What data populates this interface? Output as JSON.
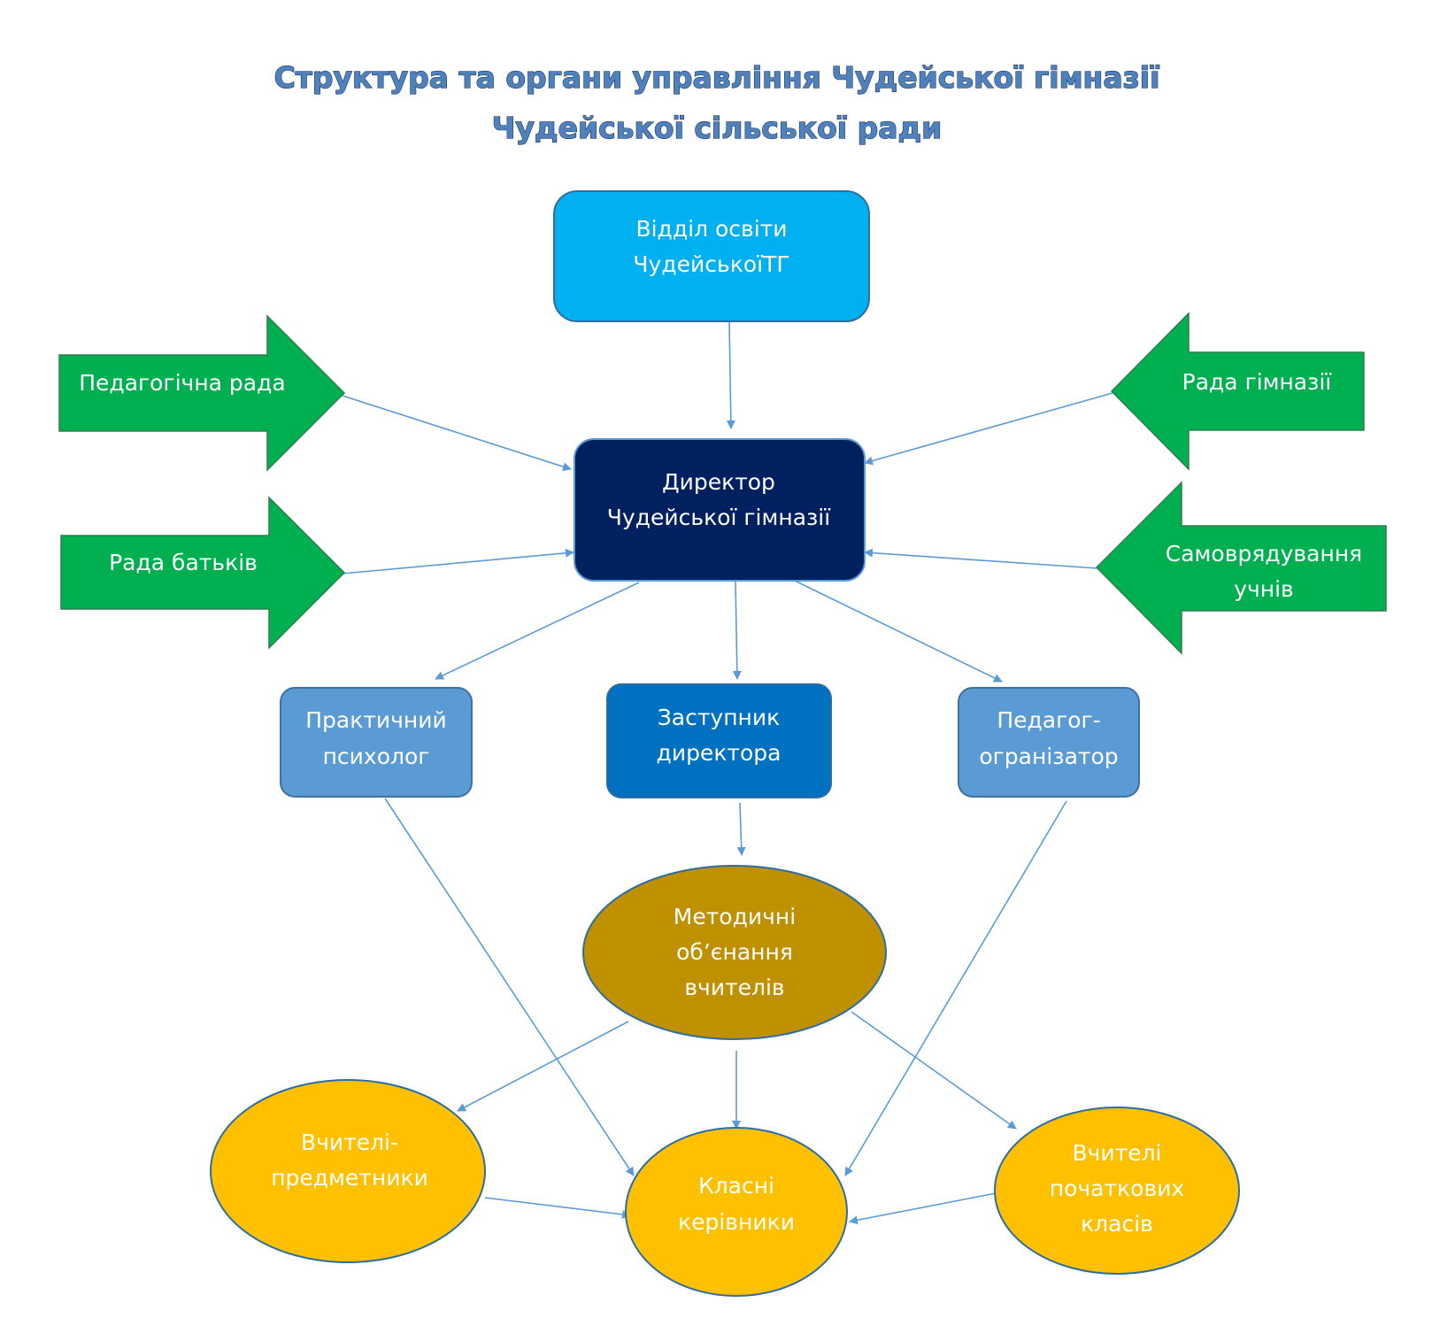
{
  "title": {
    "line1": "Структура та органи управління Чудейської гімназії",
    "line2": "Чудейської сільської ради",
    "fill_color": "#4f81bd",
    "shadow_color": "#1f3864"
  },
  "nodes": {
    "education_dept": {
      "line1": "Відділ освіти",
      "line2": "ЧудейськоїТГ",
      "color": "#00b0f0"
    },
    "director": {
      "line1": "Директор",
      "line2": "Чудейської гімназії",
      "color": "#002060"
    },
    "psychologist": {
      "line1": "Практичний",
      "line2": "психолог",
      "color": "#5b9bd5"
    },
    "deputy": {
      "line1": "Заступник",
      "line2": "директора",
      "color": "#0070c0"
    },
    "organizer": {
      "line1": "Педагог-",
      "line2": "огранізатор",
      "color": "#5b9bd5"
    },
    "methodical": {
      "line1": "Методичні",
      "line2": "об’єнання",
      "line3": "вчителів",
      "color": "#bf9000"
    },
    "subject_teachers": {
      "line1": "Вчителі-",
      "line2": "предметники",
      "color": "#ffc000"
    },
    "class_teachers": {
      "line1": "Класні",
      "line2": "керівники",
      "color": "#ffc000"
    },
    "primary_teachers": {
      "line1": "Вчителі",
      "line2": "початкових",
      "line3": "класів",
      "color": "#ffc000"
    }
  },
  "side_arrows": {
    "pedagogical_council": {
      "label": "Педагогічна рада",
      "color": "#00b050"
    },
    "parents_council": {
      "label": "Рада батьків",
      "color": "#00b050"
    },
    "gymnasium_council": {
      "label": "Рада гімназії",
      "color": "#00b050"
    },
    "student_government": {
      "line1": "Самоврядування",
      "line2": "учнів",
      "color": "#00b050"
    }
  },
  "connector_color": "#5b9bd5"
}
